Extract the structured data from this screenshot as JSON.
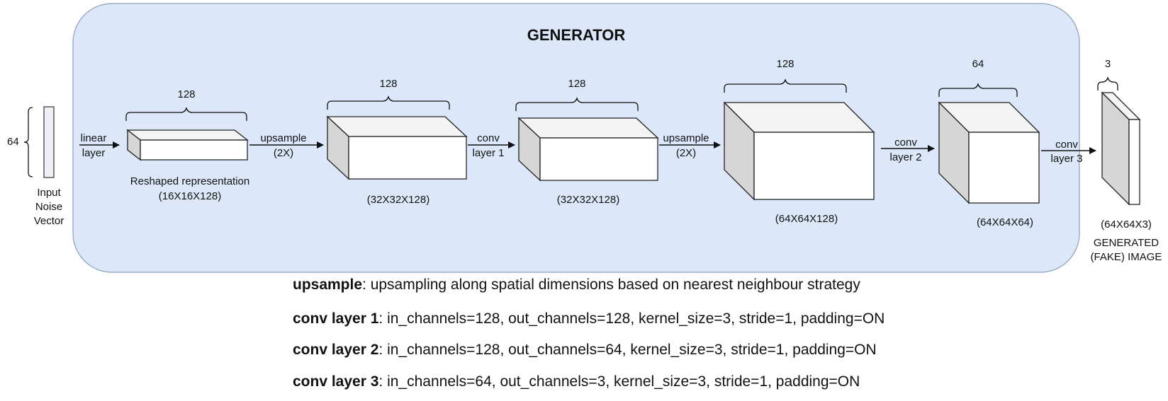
{
  "generator": {
    "title": "GENERATOR",
    "input": {
      "size": "64",
      "label_lines": [
        "Input",
        "Noise",
        "Vector"
      ]
    },
    "transitions": [
      {
        "lines": [
          "linear",
          "layer"
        ]
      },
      {
        "lines": [
          "upsample",
          "(2X)"
        ]
      },
      {
        "lines": [
          "conv",
          "layer 1"
        ]
      },
      {
        "lines": [
          "upsample",
          "(2X)"
        ]
      },
      {
        "lines": [
          "conv",
          "layer 2"
        ]
      },
      {
        "lines": [
          "conv",
          "layer 3"
        ]
      }
    ],
    "blocks": [
      {
        "channels": "128",
        "caption_lines": [
          "Reshaped representation",
          "(16X16X128)"
        ]
      },
      {
        "channels": "128",
        "caption_lines": [
          "(32X32X128)"
        ]
      },
      {
        "channels": "128",
        "caption_lines": [
          "(32X32X128)"
        ]
      },
      {
        "channels": "128",
        "caption_lines": [
          "(64X64X128)"
        ]
      },
      {
        "channels": "64",
        "caption_lines": [
          "(64X64X64)"
        ]
      }
    ],
    "output": {
      "channels": "3",
      "caption_lines": [
        "(64X64X3)",
        "GENERATED",
        "(FAKE) IMAGE"
      ]
    }
  },
  "legend": [
    {
      "term": "upsample",
      "desc": ": upsampling along spatial dimensions based on nearest neighbour strategy"
    },
    {
      "term": "conv layer 1",
      "desc": ": in_channels=128, out_channels=128, kernel_size=3, stride=1, padding=ON"
    },
    {
      "term": "conv layer 2",
      "desc": ": in_channels=128, out_channels=64, kernel_size=3, stride=1, padding=ON"
    },
    {
      "term": "conv layer 3",
      "desc": ": in_channels=64, out_channels=3, kernel_size=3, stride=1, padding=ON"
    }
  ]
}
